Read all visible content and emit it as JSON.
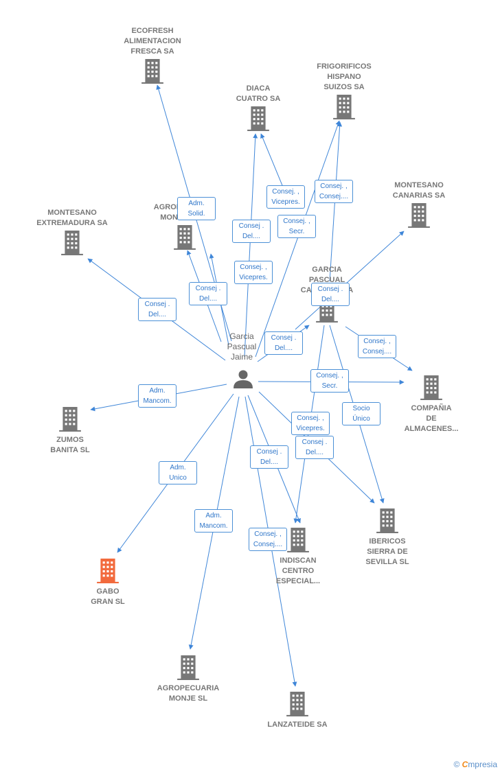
{
  "person": {
    "lines": [
      "Garcia",
      "Pascual",
      "Jaime"
    ]
  },
  "companies": [
    {
      "id": "ecofresh",
      "lines": [
        "ECOFRESH",
        "ALIMENTACION",
        "FRESCA SA"
      ],
      "highlight": false
    },
    {
      "id": "diaca",
      "lines": [
        "DIACA",
        "CUATRO SA"
      ],
      "highlight": false
    },
    {
      "id": "frigorificos",
      "lines": [
        "FRIGORIFICOS",
        "HISPANO",
        "SUIZOS SA"
      ],
      "highlight": false
    },
    {
      "id": "montesano-canarias",
      "lines": [
        "MONTESANO",
        "CANARIAS SA"
      ],
      "highlight": false
    },
    {
      "id": "agropecuaria-mon",
      "lines": [
        "AGROPECUARIA",
        "MONTESANO"
      ],
      "highlight": false
    },
    {
      "id": "montesano-extremadura",
      "lines": [
        "MONTESANO",
        "EXTREMADURA SA"
      ],
      "highlight": false
    },
    {
      "id": "garcia-pascual-ca",
      "lines": [
        "GARCIA",
        "PASCUAL",
        "CANARIAS SA"
      ],
      "highlight": false
    },
    {
      "id": "zumos",
      "lines": [
        "ZUMOS",
        "BANITA  SL"
      ],
      "highlight": false
    },
    {
      "id": "compania",
      "lines": [
        "COMPAÑIA",
        "DE",
        "ALMACENES..."
      ],
      "highlight": false
    },
    {
      "id": "gabo",
      "lines": [
        "GABO",
        "GRAN  SL"
      ],
      "highlight": true
    },
    {
      "id": "indiscan",
      "lines": [
        "INDISCAN",
        "CENTRO",
        "ESPECIAL..."
      ],
      "highlight": false
    },
    {
      "id": "ibericos",
      "lines": [
        "IBERICOS",
        "SIERRA DE",
        "SEVILLA  SL"
      ],
      "highlight": false
    },
    {
      "id": "agropecuaria-monje",
      "lines": [
        "AGROPECUARIA",
        "MONJE  SL"
      ],
      "highlight": false
    },
    {
      "id": "lanzateide",
      "lines": [
        "LANZATEIDE SA"
      ],
      "highlight": false
    }
  ],
  "relations": [
    {
      "id": "r1",
      "lines": [
        "Adm.",
        "Solid."
      ]
    },
    {
      "id": "r2",
      "lines": [
        "Consej. ,",
        "Vicepres."
      ]
    },
    {
      "id": "r3",
      "lines": [
        "Consej. ,",
        "Consej...."
      ]
    },
    {
      "id": "r4",
      "lines": [
        "Consej .",
        "Del...."
      ]
    },
    {
      "id": "r5",
      "lines": [
        "Consej. ,",
        "Secr."
      ]
    },
    {
      "id": "r6",
      "lines": [
        "Consej. ,",
        "Vicepres."
      ]
    },
    {
      "id": "r7",
      "lines": [
        "Consej .",
        "Del...."
      ]
    },
    {
      "id": "r8",
      "lines": [
        "Consej .",
        "Del...."
      ]
    },
    {
      "id": "r9",
      "lines": [
        "Consej .",
        "Del...."
      ]
    },
    {
      "id": "r10",
      "lines": [
        "Consej .",
        "Del...."
      ]
    },
    {
      "id": "r11",
      "lines": [
        "Consej. ,",
        "Consej...."
      ]
    },
    {
      "id": "r12",
      "lines": [
        "Adm.",
        "Mancom."
      ]
    },
    {
      "id": "r13",
      "lines": [
        "Consej. ,",
        "Secr."
      ]
    },
    {
      "id": "r14",
      "lines": [
        "Socio",
        "Único"
      ]
    },
    {
      "id": "r15",
      "lines": [
        "Consej. ,",
        "Vicepres."
      ]
    },
    {
      "id": "r16",
      "lines": [
        "Consej .",
        "Del...."
      ]
    },
    {
      "id": "r17",
      "lines": [
        "Consej .",
        "Del...."
      ]
    },
    {
      "id": "r18",
      "lines": [
        "Adm.",
        "Unico"
      ]
    },
    {
      "id": "r19",
      "lines": [
        "Adm.",
        "Mancom."
      ]
    },
    {
      "id": "r20",
      "lines": [
        "Consej. ,",
        "Consej...."
      ]
    }
  ],
  "colors": {
    "edge": "#3f86d8",
    "building": "#777777",
    "highlight": "#f26a3d"
  },
  "footer": {
    "copyright": "©",
    "brand_initial": "C",
    "brand_rest": "mpresia"
  }
}
